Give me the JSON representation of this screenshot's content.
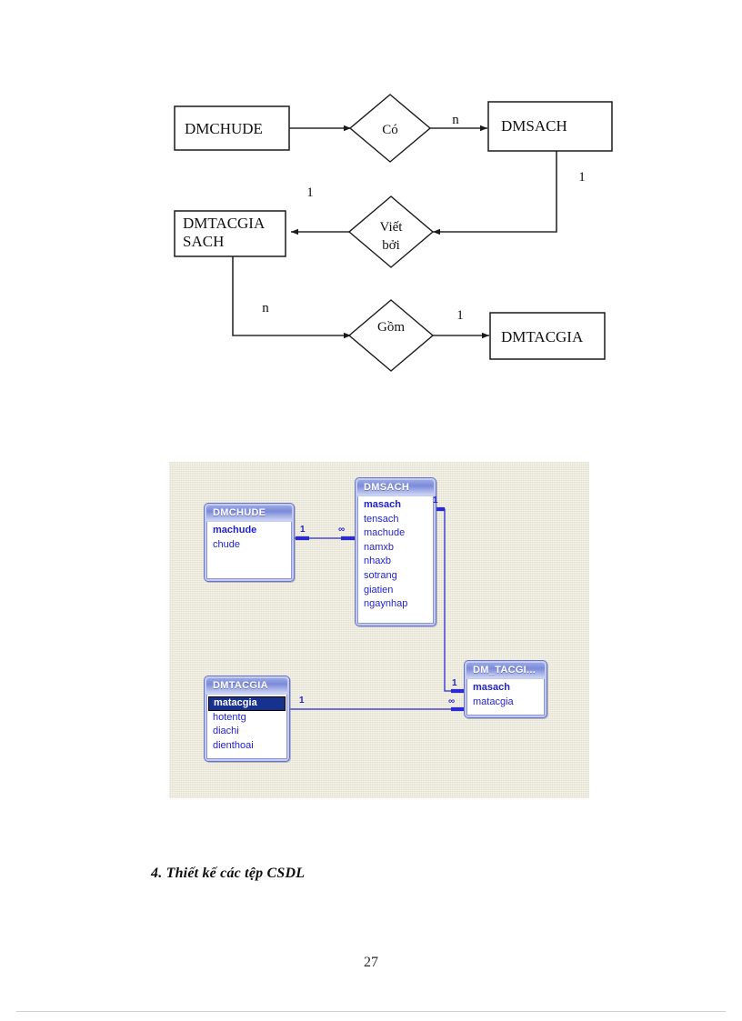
{
  "document": {
    "page_number": "27",
    "section_caption": "4. Thiết kế các tệp CSDL"
  },
  "er_diagram": {
    "entities": [
      {
        "id": "dmchude",
        "label": "DMCHUDE"
      },
      {
        "id": "dmsach",
        "label": "DMSACH"
      },
      {
        "id": "dmtacgiasach",
        "label_line1": "DMTACGIA",
        "label_line2": "SACH"
      },
      {
        "id": "dmtacgia",
        "label": "DMTACGIA"
      }
    ],
    "relationships": [
      {
        "id": "co",
        "label": "Có"
      },
      {
        "id": "vietboi",
        "label_line1": "Viết",
        "label_line2": "bởi"
      },
      {
        "id": "gom",
        "label": "Gồm"
      }
    ],
    "cardinalities": [
      {
        "id": "co-to-dmsach",
        "label": "n"
      },
      {
        "id": "dmsach-to-vietboi",
        "label": "1"
      },
      {
        "id": "vietboi-to-dmtacgiasach",
        "label": "1"
      },
      {
        "id": "dmtacgiasach-to-gom",
        "label": "n"
      },
      {
        "id": "gom-to-dmtacgia",
        "label": "1"
      }
    ]
  },
  "db_diagram": {
    "background_color": "#e3dfcc",
    "tables": [
      {
        "id": "dmchude",
        "title": "DMCHUDE",
        "fields": [
          {
            "name": "machude",
            "primary_key": true,
            "selected": false
          },
          {
            "name": "chude",
            "primary_key": false,
            "selected": false
          }
        ]
      },
      {
        "id": "dmsach",
        "title": "DMSACH",
        "fields": [
          {
            "name": "masach",
            "primary_key": true,
            "selected": false
          },
          {
            "name": "tensach",
            "primary_key": false,
            "selected": false
          },
          {
            "name": "machude",
            "primary_key": false,
            "selected": false
          },
          {
            "name": "namxb",
            "primary_key": false,
            "selected": false
          },
          {
            "name": "nhaxb",
            "primary_key": false,
            "selected": false
          },
          {
            "name": "sotrang",
            "primary_key": false,
            "selected": false
          },
          {
            "name": "giatien",
            "primary_key": false,
            "selected": false
          },
          {
            "name": "ngaynhap",
            "primary_key": false,
            "selected": false
          }
        ]
      },
      {
        "id": "dmtacgia",
        "title": "DMTACGIA",
        "fields": [
          {
            "name": "matacgia",
            "primary_key": true,
            "selected": true
          },
          {
            "name": "hotentg",
            "primary_key": false,
            "selected": false
          },
          {
            "name": "diachi",
            "primary_key": false,
            "selected": false
          },
          {
            "name": "dienthoai",
            "primary_key": false,
            "selected": false
          }
        ]
      },
      {
        "id": "dm_tacgia_sach",
        "title": "DM_TACGI...",
        "fields": [
          {
            "name": "masach",
            "primary_key": true,
            "selected": false
          },
          {
            "name": "matacgia",
            "primary_key": false,
            "selected": false
          }
        ]
      }
    ],
    "relationship_markers": [
      {
        "id": "dmchude-one",
        "label": "1"
      },
      {
        "id": "dmsach-many",
        "label": "∞"
      },
      {
        "id": "dmsach-one",
        "label": "1"
      },
      {
        "id": "dmtacgia-one",
        "label": "1"
      },
      {
        "id": "dmtacgiasach-one",
        "label": "1"
      },
      {
        "id": "dmtacgiasach-many",
        "label": "∞"
      }
    ]
  }
}
